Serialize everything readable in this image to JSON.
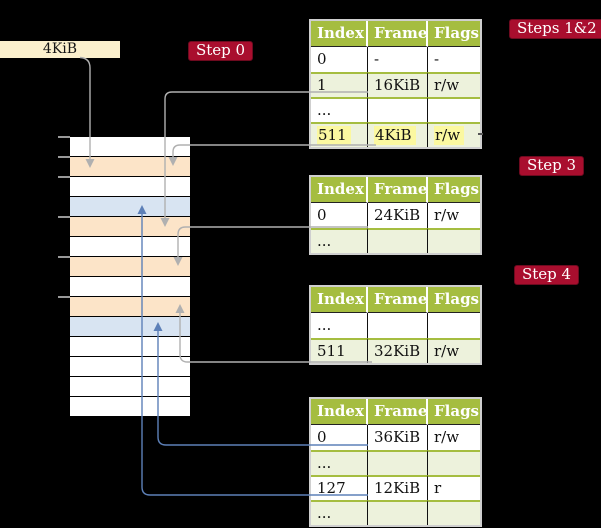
{
  "palette": {
    "olive": "#A5BD40",
    "row_green": "#EDF2DC",
    "peach": "#FCE4C8",
    "row_blue": "#D8E4F2",
    "cream": "#FBF0CD",
    "crimson": "#A90E2E",
    "line_gray": "#B0B0B0",
    "line_blue": "#5D80B8",
    "hl_yellow": "#FBF8A0",
    "border_gray": "#CFCFCF",
    "tick_gray": "#999999",
    "stub_dark": "#555555"
  },
  "frame_label": {
    "text": "4KiB"
  },
  "badges": {
    "step0": {
      "label": "Step 0"
    },
    "steps12": {
      "label": "Steps 1&2"
    },
    "step3": {
      "label": "Step 3"
    },
    "step4": {
      "label": "Step 4"
    }
  },
  "page_tables": {
    "t1": {
      "columns": [
        "Index",
        "Frame",
        "Flags"
      ],
      "rows": [
        {
          "index": "0",
          "frame": "-",
          "flags": "-"
        },
        {
          "index": "1",
          "frame": "16KiB",
          "flags": "r/w"
        },
        {
          "index": "...",
          "frame": "",
          "flags": ""
        },
        {
          "index": "511",
          "frame": "4KiB",
          "flags": "r/w",
          "highlighted": true
        }
      ]
    },
    "t2": {
      "columns": [
        "Index",
        "Frame",
        "Flags"
      ],
      "rows": [
        {
          "index": "0",
          "frame": "24KiB",
          "flags": "r/w"
        },
        {
          "index": "...",
          "frame": "",
          "flags": ""
        }
      ]
    },
    "t3": {
      "columns": [
        "Index",
        "Frame",
        "Flags"
      ],
      "rows": [
        {
          "index": "...",
          "frame": "",
          "flags": ""
        },
        {
          "index": "511",
          "frame": "32KiB",
          "flags": "r/w"
        }
      ]
    },
    "t4": {
      "columns": [
        "Index",
        "Frame",
        "Flags"
      ],
      "rows": [
        {
          "index": "0",
          "frame": "36KiB",
          "flags": "r/w"
        },
        {
          "index": "...",
          "frame": "",
          "flags": ""
        },
        {
          "index": "127",
          "frame": "12KiB",
          "flags": "r"
        },
        {
          "index": "...",
          "frame": "",
          "flags": ""
        }
      ]
    }
  },
  "memory": {
    "row_colors": [
      "white",
      "peach",
      "white",
      "blue",
      "peach",
      "white",
      "peach",
      "white",
      "peach",
      "blue",
      "white",
      "white",
      "white",
      "white"
    ]
  },
  "connectors": [
    {
      "name": "label-4kib-to-frame-4kib",
      "color": "line_gray"
    },
    {
      "name": "table1-entry-1-to-frame-16kib",
      "color": "line_gray"
    },
    {
      "name": "table1-entry-511-to-frame-4kib",
      "color": "line_gray"
    },
    {
      "name": "table2-entry-0-to-frame-24kib",
      "color": "line_gray"
    },
    {
      "name": "table3-entry-511-to-frame-32kib",
      "color": "line_gray"
    },
    {
      "name": "table4-entry-0-to-frame-36kib",
      "color": "line_blue"
    },
    {
      "name": "table4-entry-127-to-frame-12kib",
      "color": "line_blue"
    }
  ]
}
